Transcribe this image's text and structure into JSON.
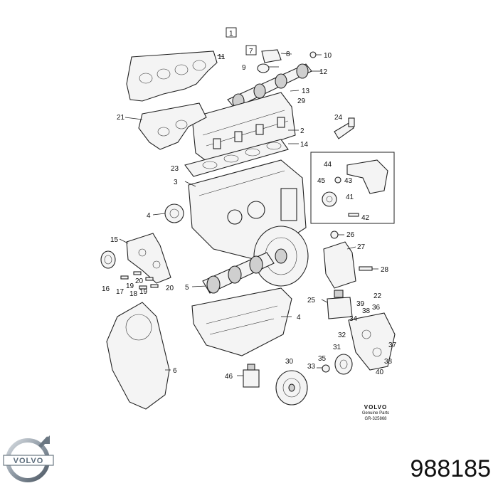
{
  "diagram": {
    "callouts": [
      {
        "id": "c1",
        "label": "1",
        "boxed": true
      },
      {
        "id": "c7",
        "label": "7",
        "boxed": true
      },
      {
        "id": "c8",
        "label": "8"
      },
      {
        "id": "c9",
        "label": "9"
      },
      {
        "id": "c10",
        "label": "10"
      },
      {
        "id": "c11",
        "label": "11"
      },
      {
        "id": "c12",
        "label": "12"
      },
      {
        "id": "c13",
        "label": "13"
      },
      {
        "id": "c29",
        "label": "29"
      },
      {
        "id": "c21",
        "label": "21"
      },
      {
        "id": "c2",
        "label": "2"
      },
      {
        "id": "c24",
        "label": "24"
      },
      {
        "id": "c14",
        "label": "14"
      },
      {
        "id": "c23",
        "label": "23"
      },
      {
        "id": "c3",
        "label": "3"
      },
      {
        "id": "c44",
        "label": "44"
      },
      {
        "id": "c45",
        "label": "45"
      },
      {
        "id": "c43",
        "label": "43"
      },
      {
        "id": "c41",
        "label": "41"
      },
      {
        "id": "c42",
        "label": "42"
      },
      {
        "id": "c4a",
        "label": "4"
      },
      {
        "id": "c26",
        "label": "26"
      },
      {
        "id": "c15",
        "label": "15"
      },
      {
        "id": "c27",
        "label": "27"
      },
      {
        "id": "c28",
        "label": "28"
      },
      {
        "id": "c22",
        "label": "22"
      },
      {
        "id": "c16",
        "label": "16"
      },
      {
        "id": "c17",
        "label": "17"
      },
      {
        "id": "c19a",
        "label": "19"
      },
      {
        "id": "c20a",
        "label": "20"
      },
      {
        "id": "c18",
        "label": "18"
      },
      {
        "id": "c19b",
        "label": "19"
      },
      {
        "id": "c20b",
        "label": "20"
      },
      {
        "id": "c5",
        "label": "5"
      },
      {
        "id": "c25",
        "label": "25"
      },
      {
        "id": "c39",
        "label": "39"
      },
      {
        "id": "c38a",
        "label": "38"
      },
      {
        "id": "c36",
        "label": "36"
      },
      {
        "id": "c4b",
        "label": "4"
      },
      {
        "id": "c34",
        "label": "34"
      },
      {
        "id": "c32",
        "label": "32"
      },
      {
        "id": "c31",
        "label": "31"
      },
      {
        "id": "c37",
        "label": "37"
      },
      {
        "id": "c6",
        "label": "6"
      },
      {
        "id": "c30",
        "label": "30"
      },
      {
        "id": "c35",
        "label": "35"
      },
      {
        "id": "c33",
        "label": "33"
      },
      {
        "id": "c38b",
        "label": "38"
      },
      {
        "id": "c40",
        "label": "40"
      },
      {
        "id": "c46",
        "label": "46"
      }
    ]
  },
  "brand_block": {
    "word": "VOLVO",
    "subtitle": "Genuine Parts",
    "reference": "GR-325868"
  },
  "logo": {
    "text": "VOLVO",
    "color": "#5a6b7a"
  },
  "part_number": "988185"
}
